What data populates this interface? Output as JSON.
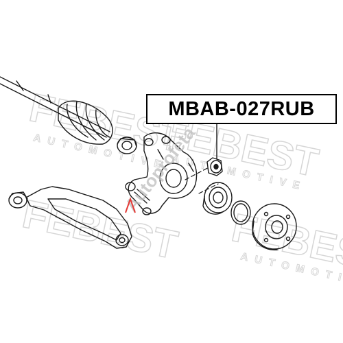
{
  "part_number": "MBAB-027RUB",
  "watermark": {
    "brand": "FEBEST",
    "sub": "AUTOMOTIVE",
    "seller": "Autoprofeta"
  },
  "colors": {
    "line": "#1a1a1a",
    "watermark": "#dcdcdc",
    "seller_mark": "#b0b0b0",
    "seller_accent": "#e53935"
  }
}
